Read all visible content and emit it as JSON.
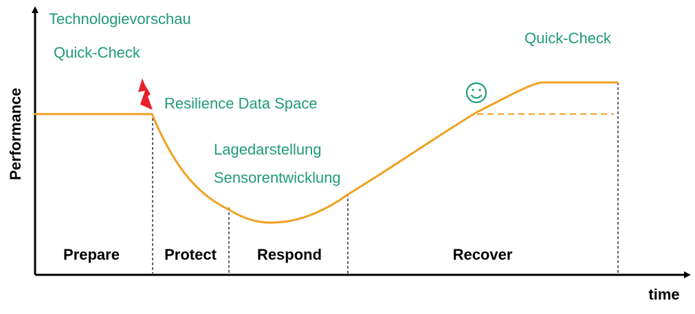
{
  "axes": {
    "y_label": "Performance",
    "x_label": "time"
  },
  "annotations": {
    "technology_preview": "Technologievorschau",
    "quick_check_left": "Quick-Check",
    "resilience_data_space": "Resilience Data Space",
    "situation_display": "Lagedarstellung",
    "sensor_development": "Sensorentwicklung",
    "quick_check_right": "Quick-Check"
  },
  "phases": [
    {
      "label": "Prepare"
    },
    {
      "label": "Protect"
    },
    {
      "label": "Respond"
    },
    {
      "label": "Recover"
    }
  ],
  "icons": {
    "disruption": "lightning-bolt",
    "recovery": "smiley-face"
  },
  "colors": {
    "curve": "#f0a020",
    "annotation_text": "#1f9a7a",
    "lightning": "#e8202a",
    "axis": "#000000"
  }
}
